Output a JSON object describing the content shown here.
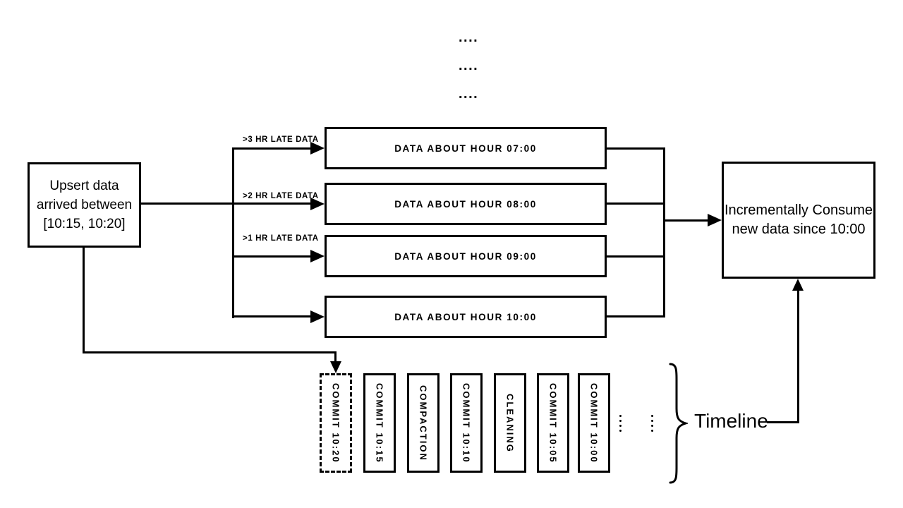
{
  "colors": {
    "ink": "#000000",
    "bg": "#ffffff"
  },
  "top_ellipsis": {
    "row1": "....",
    "row2": "....",
    "row3": "...."
  },
  "upsert_box": {
    "line1": "Upsert data",
    "line2": "arrived between",
    "line3": "[10:15, 10:20]"
  },
  "arrow_labels": {
    "late3": ">3 HR LATE DATA",
    "late2": ">2 HR LATE DATA",
    "late1": ">1 HR LATE DATA"
  },
  "data_boxes": {
    "hour07": "DATA ABOUT HOUR 07:00",
    "hour08": "DATA ABOUT HOUR 08:00",
    "hour09": "DATA ABOUT HOUR 09:00",
    "hour10": "DATA ABOUT HOUR 10:00"
  },
  "consume_box": {
    "line1": "Incrementally Consume",
    "line2": "new data since 10:00"
  },
  "timeline": {
    "label": "Timeline",
    "commits": [
      {
        "label": "COMMIT 10:20",
        "border": "dashed"
      },
      {
        "label": "COMMIT 10:15",
        "border": "solid"
      },
      {
        "label": "COMPACTION",
        "border": "solid"
      },
      {
        "label": "COMMIT 10:10",
        "border": "solid"
      },
      {
        "label": "CLEANING",
        "border": "solid"
      },
      {
        "label": "COMMIT 10:05",
        "border": "solid"
      },
      {
        "label": "COMMIT 10:00",
        "border": "solid"
      }
    ]
  }
}
